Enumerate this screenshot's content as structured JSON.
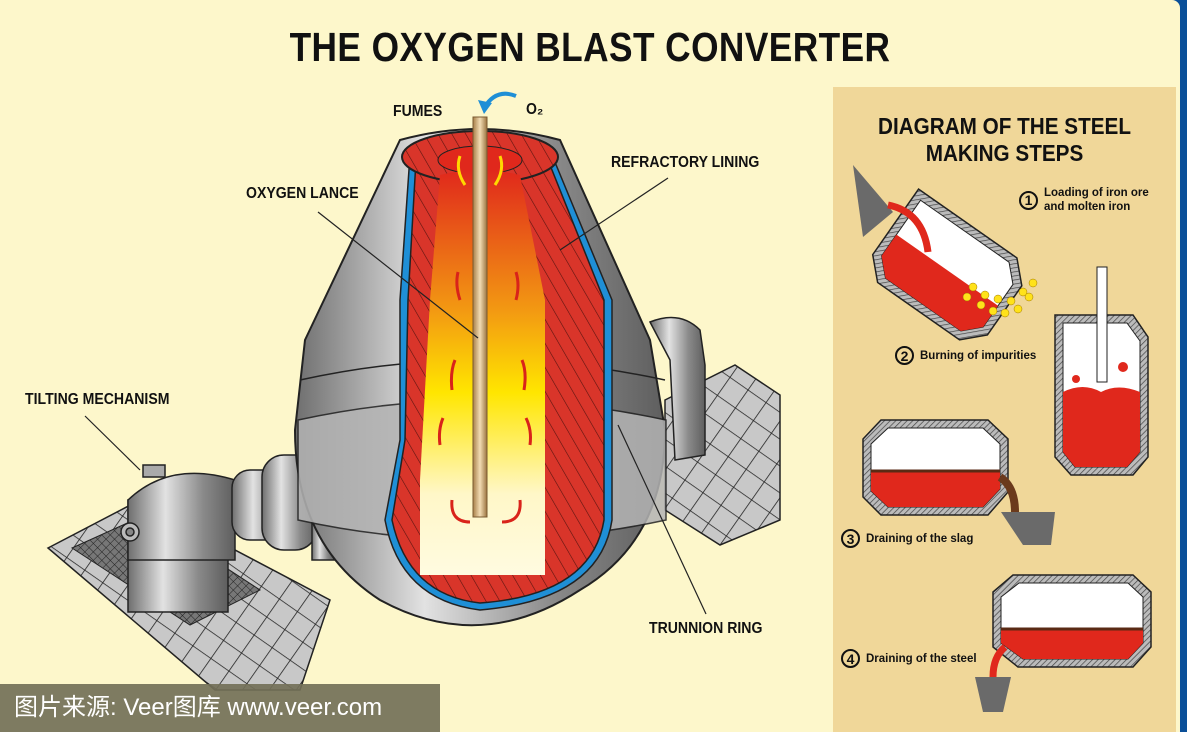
{
  "title": "THE OXYGEN BLAST CONVERTER",
  "labels": {
    "fumes": "FUMES",
    "o2": "O₂",
    "refractory_lining": "REFRACTORY LINING",
    "oxygen_lance": "OXYGEN LANCE",
    "tilting_mechanism": "TILTING MECHANISM",
    "trunnion_ring": "TRUNNION RING"
  },
  "panel": {
    "title_line1": "DIAGRAM OF THE STEEL",
    "title_line2": "MAKING STEPS",
    "steps": [
      {
        "number": "1",
        "label_line1": "Loading of iron ore",
        "label_line2": "and molten iron"
      },
      {
        "number": "2",
        "label_line1": "Burning of impurities",
        "label_line2": ""
      },
      {
        "number": "3",
        "label_line1": "Draining of the slag",
        "label_line2": ""
      },
      {
        "number": "4",
        "label_line1": "Draining of the steel",
        "label_line2": ""
      }
    ]
  },
  "watermark": "图片来源: Veer图库 www.veer.com",
  "colors": {
    "background": "#fdf7cb",
    "panel": "#f0d799",
    "frame": "#0a4f98",
    "steel_gray": "#9a9a9a",
    "refractory_red": "#d9352a",
    "lining_blue": "#1f8fd6",
    "molten_red": "#e0281c",
    "flame_yellow": "#ffe600",
    "lance_tan": "#c9a36b"
  }
}
